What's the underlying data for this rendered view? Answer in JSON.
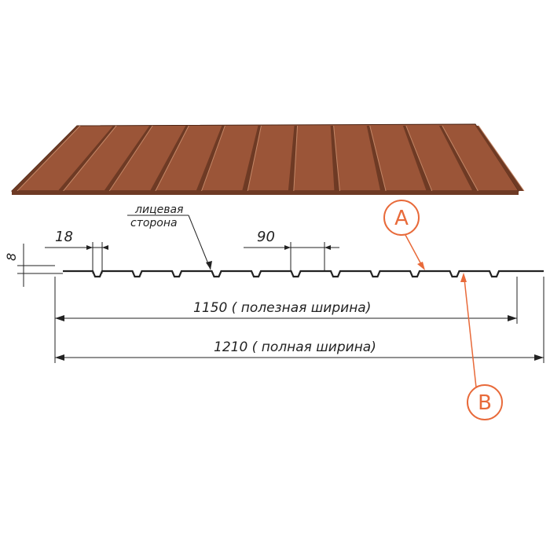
{
  "labels": {
    "face_side": "лицевая сторона",
    "face_side_line1": "лицевая",
    "face_side_line2": "сторона",
    "rib_width": "18",
    "rib_pitch": "90",
    "height": "8",
    "useful_width": "1150 ( полезная ширина)",
    "full_width": "1210 ( полная ширина)",
    "callout_a": "A",
    "callout_b": "B"
  },
  "colors": {
    "sheet_face": "#9b5538",
    "sheet_shade": "#6e3a24",
    "sheet_edge": "#4a2414",
    "line": "#222222",
    "callout": "#e86a3a"
  }
}
